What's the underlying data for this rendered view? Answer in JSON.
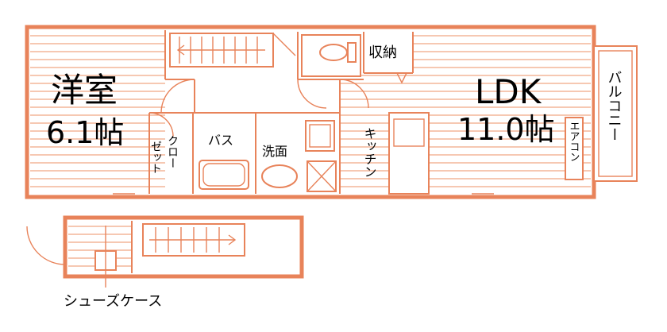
{
  "rooms": {
    "western_room": {
      "name": "洋室",
      "size": "6.1帖"
    },
    "ldk": {
      "name": "LDK",
      "size": "11.0帖"
    }
  },
  "labels": {
    "closet_line1": "クロー",
    "closet_line2": "ゼット",
    "storage": "収納",
    "bath": "バス",
    "washroom": "洗面",
    "kitchen": "キッチン",
    "balcony": "バルコニー",
    "aircon": "エアコン",
    "shoe_case": "シューズケース"
  },
  "colors": {
    "line": "#e8835a",
    "stripe": "#f0a37f",
    "text": "#000000"
  }
}
